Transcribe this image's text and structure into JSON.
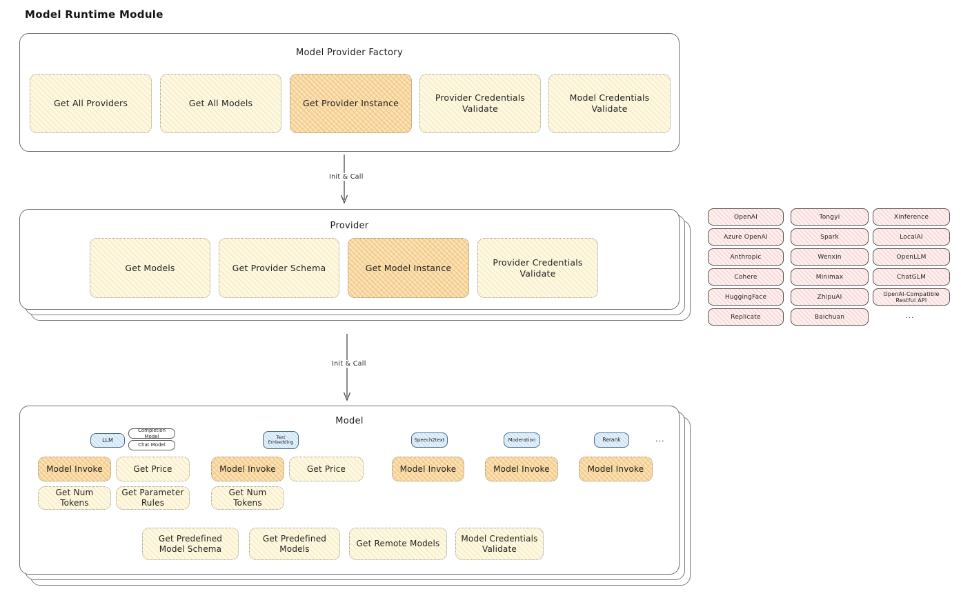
{
  "page_title": "Model Runtime Module",
  "arrow_label_1": "Init & Call",
  "arrow_label_2": "Init & Call",
  "factory": {
    "title": "Model Provider Factory",
    "buttons": [
      {
        "label": "Get All Providers",
        "highlight": false
      },
      {
        "label": "Get All Models",
        "highlight": false
      },
      {
        "label": "Get Provider Instance",
        "highlight": true
      },
      {
        "label": "Provider Credentials Validate",
        "highlight": false
      },
      {
        "label": "Model Credentials Validate",
        "highlight": false
      }
    ]
  },
  "provider": {
    "title": "Provider",
    "buttons": [
      {
        "label": "Get Models",
        "highlight": false
      },
      {
        "label": "Get Provider Schema",
        "highlight": false
      },
      {
        "label": "Get Model Instance",
        "highlight": true
      },
      {
        "label": "Provider Credentials Validate",
        "highlight": false
      }
    ]
  },
  "providers_list": {
    "items": [
      "OpenAI",
      "Tongyi",
      "Xinference",
      "Azure OpenAI",
      "Spark",
      "LocalAI",
      "Anthropic",
      "Wenxin",
      "OpenLLM",
      "Cohere",
      "Minimax",
      "ChatGLM",
      "HuggingFace",
      "ZhipuAI",
      "OpenAI-Compatible Restful API",
      "Replicate",
      "Baichuan"
    ],
    "more": "..."
  },
  "model": {
    "title": "Model",
    "tags": [
      "LLM",
      "Completion Model",
      "Chat Model",
      "Text Embedding",
      "Speech2text",
      "Moderation",
      "Rerank"
    ],
    "tags_more": "...",
    "ops": [
      "Model Invoke",
      "Get Price",
      "Get Num Tokens",
      "Get Parameter Rules"
    ],
    "bottom_ops": [
      "Get Predefined Model Schema",
      "Get Predefined Models",
      "Get Remote Models",
      "Model Credentials Validate"
    ]
  },
  "colors": {
    "yellow_fill": "#fdf8e3",
    "orange_fill": "#f9e3ba",
    "pink_fill": "#fdefee",
    "blue_fill": "#e3f0fa"
  }
}
